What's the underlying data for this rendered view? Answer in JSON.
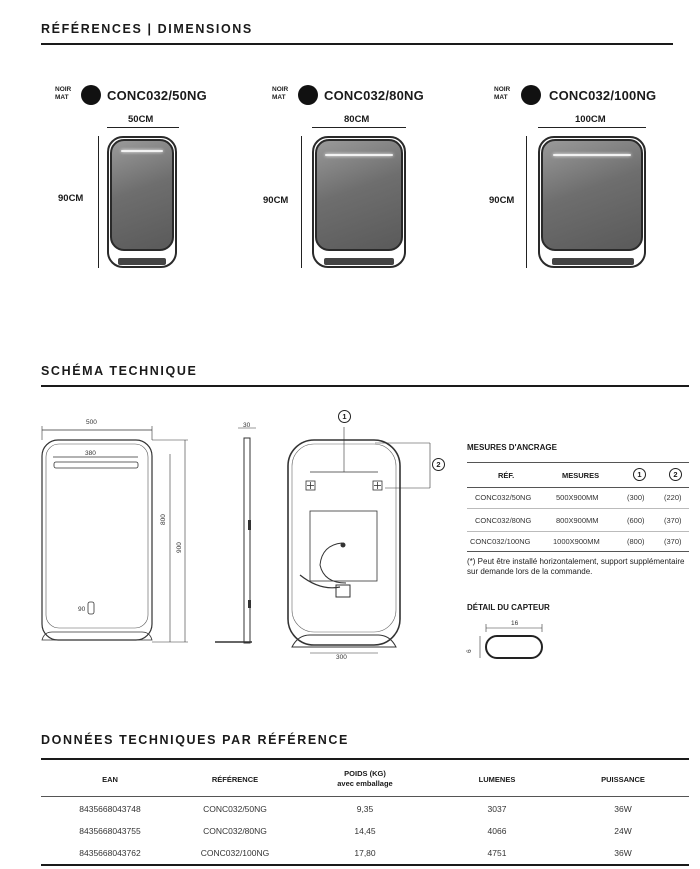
{
  "references": {
    "title": "RÉFÉRENCES | DIMENSIONS",
    "items": [
      {
        "finish_line1": "NOIR",
        "finish_line2": "MAT",
        "model": "CONC032/50NG",
        "width": "50CM",
        "height": "90CM"
      },
      {
        "finish_line1": "NOIR",
        "finish_line2": "MAT",
        "model": "CONC032/80NG",
        "width": "80CM",
        "height": "90CM"
      },
      {
        "finish_line1": "NOIR",
        "finish_line2": "MAT",
        "model": "CONC032/100NG",
        "width": "100CM",
        "height": "90CM"
      }
    ],
    "finish_color": "#111111"
  },
  "schema": {
    "title": "SCHÉMA TECHNIQUE",
    "front": {
      "width": "500",
      "led": "380",
      "height_inner": "800",
      "height": "900",
      "sensor": "90"
    },
    "side": {
      "depth": "30"
    },
    "back": {
      "callout1": "1",
      "callout2": "2",
      "bottom": "300"
    },
    "anchorage": {
      "title": "MESURES D'ANCRAGE",
      "headers": [
        "RÉF.",
        "MESURES",
        "1",
        "2"
      ],
      "rows": [
        [
          "CONC032/50NG",
          "500X900MM",
          "(300)",
          "(220)"
        ],
        [
          "CONC032/80NG",
          "800X900MM",
          "(600)",
          "(370)"
        ],
        [
          "CONC032/100NG",
          "1000X900MM",
          "(800)",
          "(370)"
        ]
      ],
      "note": "(*) Peut être installé horizontalement, support supplémentaire sur demande lors de la commande."
    },
    "sensor": {
      "title": "DÉTAIL DU CAPTEUR",
      "width": "16",
      "height": "6"
    }
  },
  "technical": {
    "title": "DONNÉES TECHNIQUES PAR RÉFÉRENCE",
    "headers": {
      "ean": "EAN",
      "ref": "RÉFÉRENCE",
      "weight": "POIDS (KG)",
      "weight_sub": "avec emballage",
      "lumens": "LUMENES",
      "power": "PUISSANCE"
    },
    "rows": [
      {
        "ean": "8435668043748",
        "ref": "CONC032/50NG",
        "weight": "9,35",
        "lumens": "3037",
        "power": "36W"
      },
      {
        "ean": "8435668043755",
        "ref": "CONC032/80NG",
        "weight": "14,45",
        "lumens": "4066",
        "power": "24W"
      },
      {
        "ean": "8435668043762",
        "ref": "CONC032/100NG",
        "weight": "17,80",
        "lumens": "4751",
        "power": "36W"
      }
    ]
  }
}
